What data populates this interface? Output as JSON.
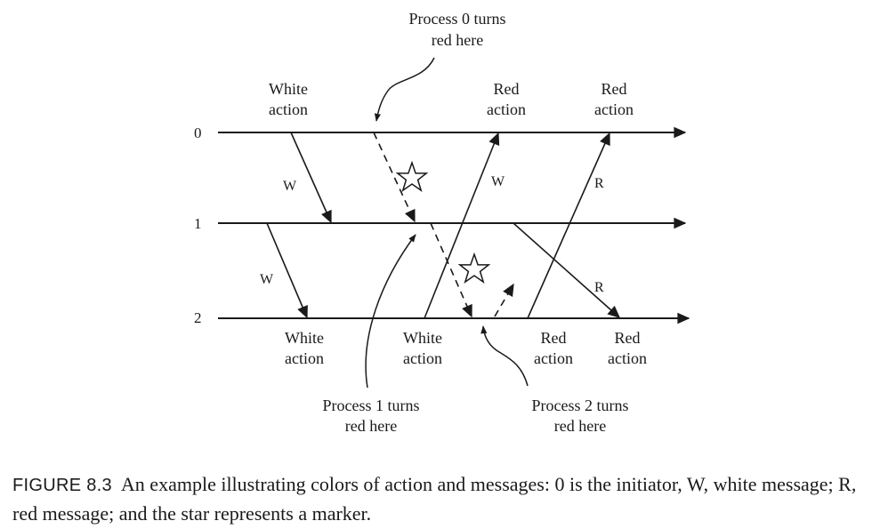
{
  "processes": [
    {
      "id": "p0",
      "label": "0"
    },
    {
      "id": "p1",
      "label": "1"
    },
    {
      "id": "p2",
      "label": "2"
    }
  ],
  "top_labels": {
    "white_action": [
      "White",
      "action"
    ],
    "red_action_1": [
      "Red",
      "action"
    ],
    "red_action_2": [
      "Red",
      "action"
    ]
  },
  "bottom_labels": {
    "white_action_1": [
      "White",
      "action"
    ],
    "white_action_2": [
      "White",
      "action"
    ],
    "red_action_1": [
      "Red",
      "action"
    ],
    "red_action_2": [
      "Red",
      "action"
    ]
  },
  "messages": {
    "w_0_to_1": "W",
    "w_1_to_2": "W",
    "w_2_to_0": "W",
    "r_2_to_0": "R",
    "r_1_to_2": "R"
  },
  "annotations": {
    "p0_turns_red": [
      "Process 0 turns",
      "red here"
    ],
    "p1_turns_red": [
      "Process 1 turns",
      "red here"
    ],
    "p2_turns_red": [
      "Process 2 turns",
      "red here"
    ]
  },
  "caption": {
    "label": "FIGURE 8.3",
    "text": "An example illustrating colors of action and messages: 0 is the initiator, W, white message; R, red message; and the star represents a marker."
  }
}
